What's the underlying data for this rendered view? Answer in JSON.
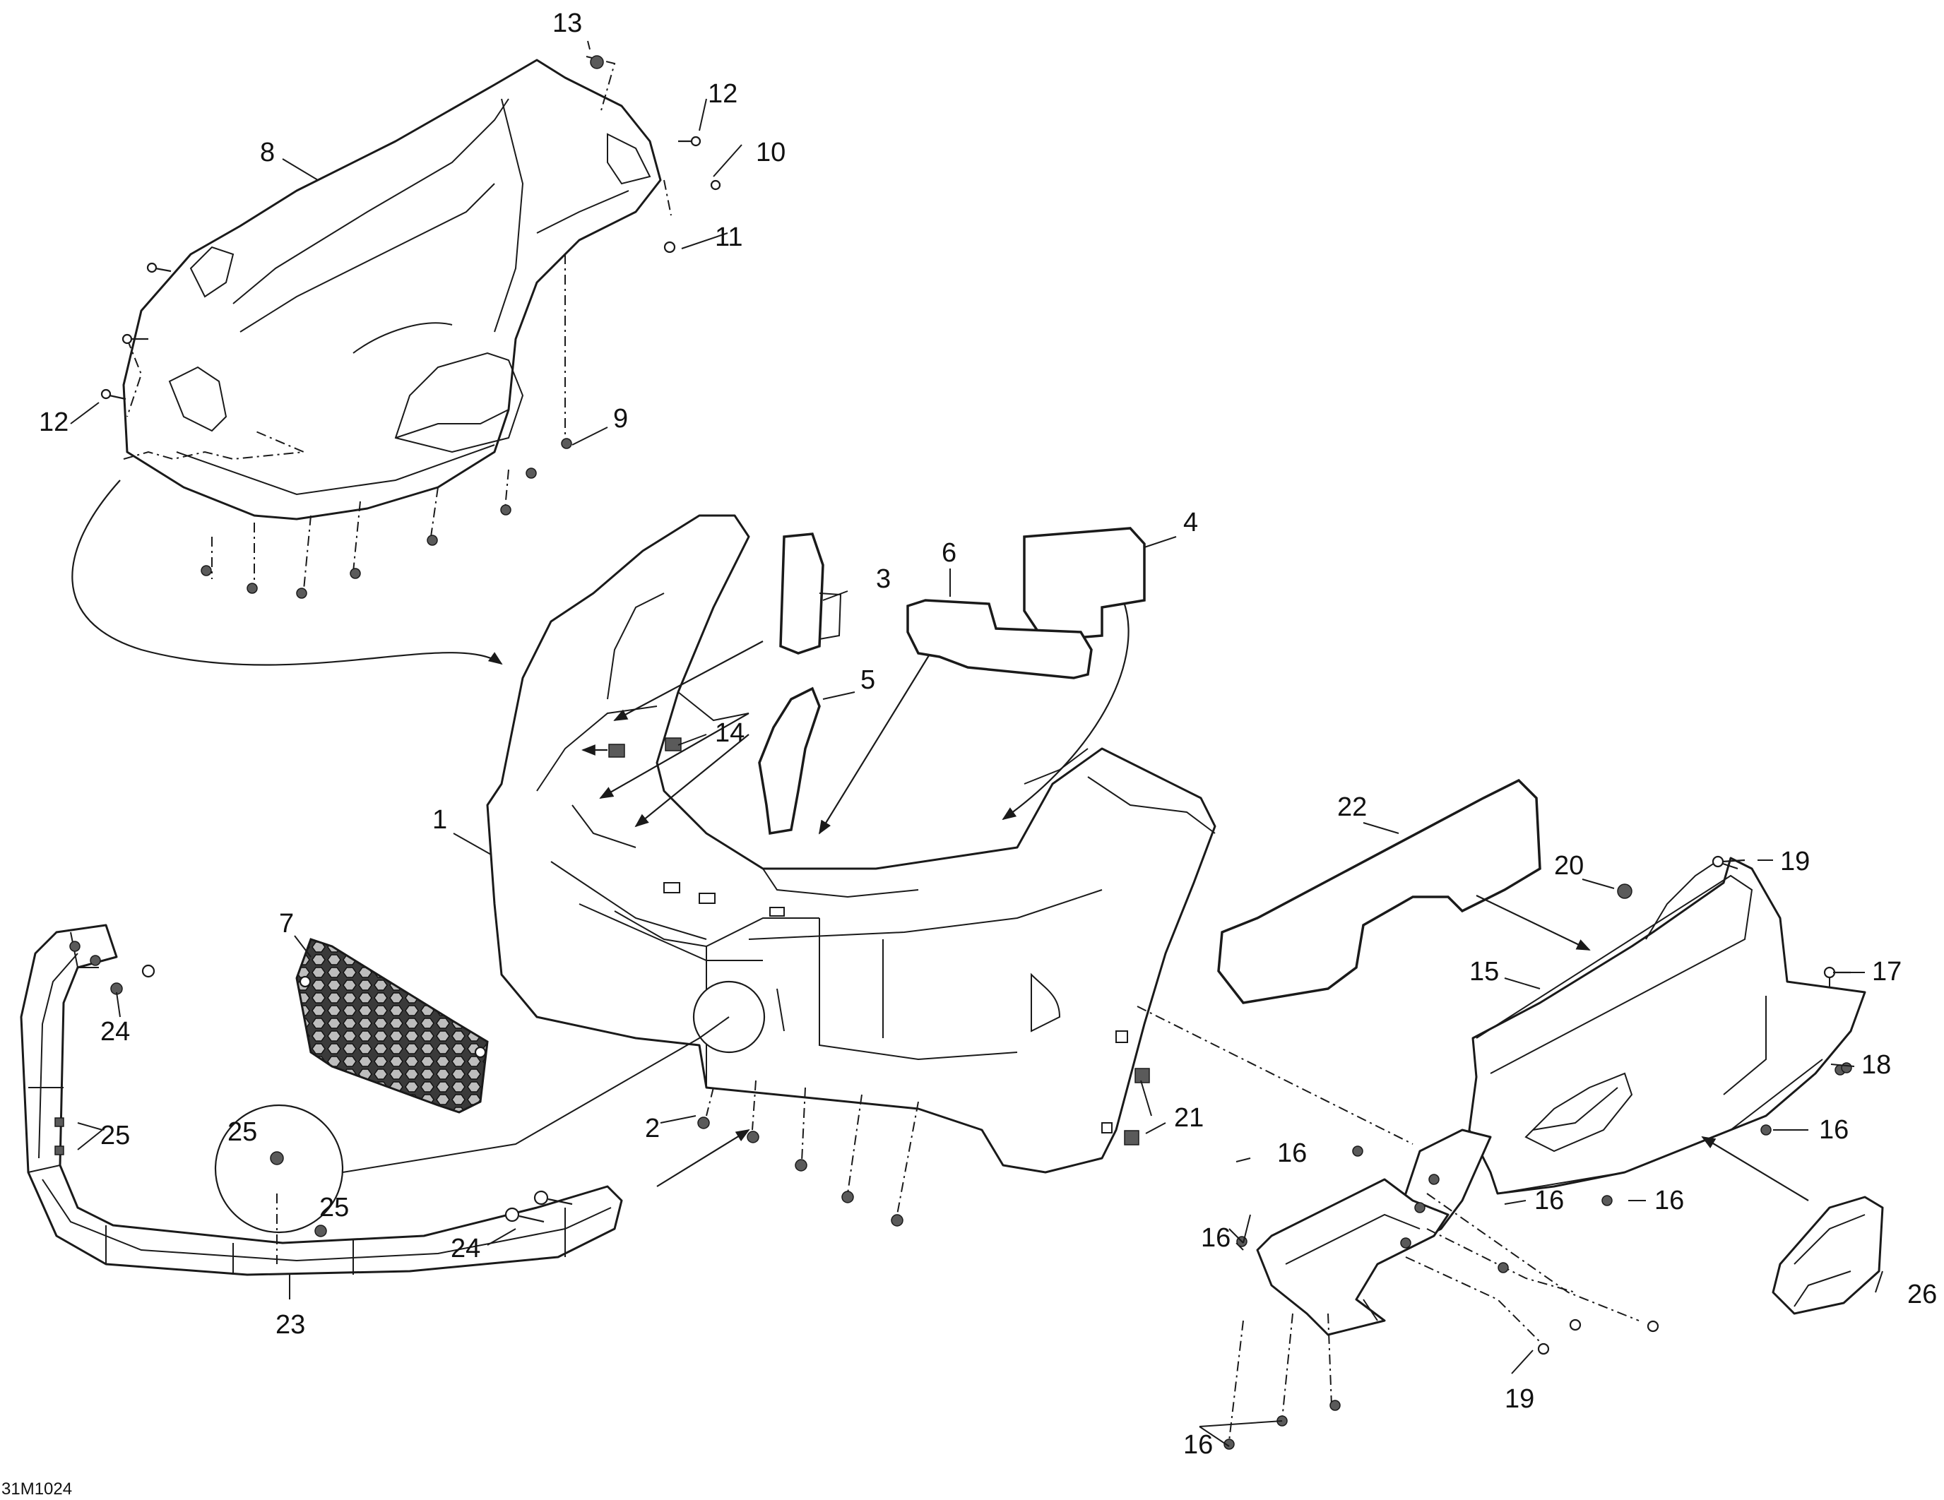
{
  "figure_ref": "31M1024",
  "callouts": {
    "c1": "1",
    "c2": "2",
    "c3": "3",
    "c4": "4",
    "c5": "5",
    "c6": "6",
    "c7": "7",
    "c8": "8",
    "c9": "9",
    "c10": "10",
    "c11": "11",
    "c12a": "12",
    "c12b": "12",
    "c13": "13",
    "c14": "14",
    "c15": "15",
    "c16a": "16",
    "c16b": "16",
    "c16c": "16",
    "c16d": "16",
    "c16e": "16",
    "c16f": "16",
    "c17": "17",
    "c18": "18",
    "c19a": "19",
    "c19b": "19",
    "c20": "20",
    "c21": "21",
    "c22": "22",
    "c23": "23",
    "c24a": "24",
    "c24b": "24",
    "c25a": "25",
    "c25b": "25",
    "c25c": "25",
    "c26": "26"
  }
}
